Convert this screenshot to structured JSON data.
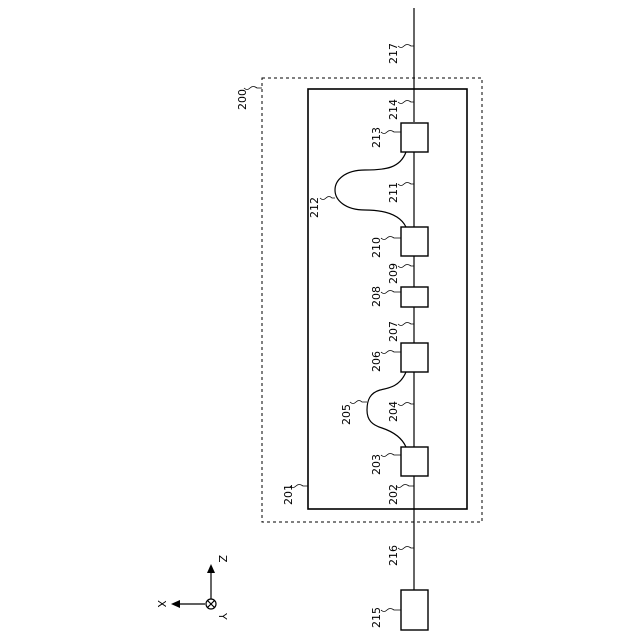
{
  "labels": {
    "l200": "200",
    "l201": "201",
    "l202": "202",
    "l203": "203",
    "l204": "204",
    "l205": "205",
    "l206": "206",
    "l207": "207",
    "l208": "208",
    "l209": "209",
    "l210": "210",
    "l211": "211",
    "l212": "212",
    "l213": "213",
    "l214": "214",
    "l215": "215",
    "l216": "216",
    "l217": "217"
  },
  "axes": {
    "x": "X",
    "y": "Y",
    "z": "Z"
  }
}
